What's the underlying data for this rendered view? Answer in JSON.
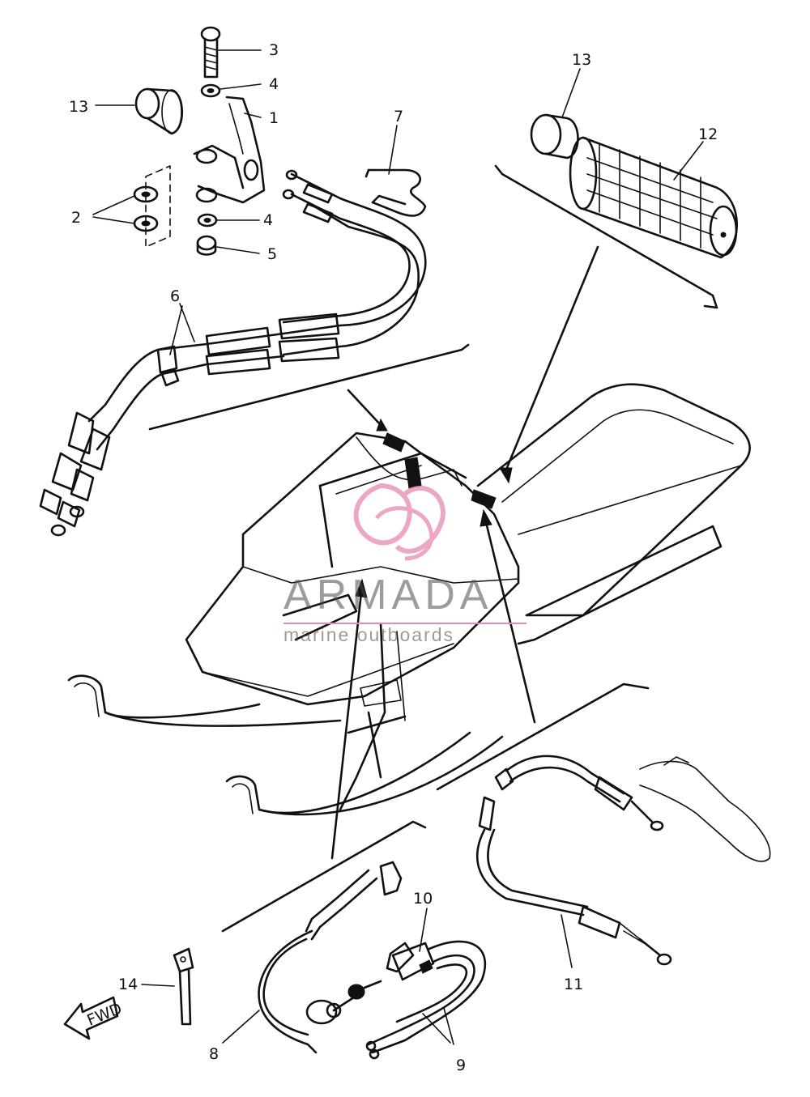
{
  "callouts": {
    "c1": "1",
    "c2": "2",
    "c3": "3",
    "c4a": "4",
    "c4b": "4",
    "c5": "5",
    "c6": "6",
    "c7": "7",
    "c8": "8",
    "c9": "9",
    "c10": "10",
    "c11": "11",
    "c12": "12",
    "c13a": "13",
    "c13b": "13",
    "c14": "14"
  },
  "fwd_label": "FWD",
  "watermark": {
    "brand": "ARMADA",
    "tagline": "marine outboards",
    "accent_color": "#e58ab0"
  },
  "colors": {
    "ink": "#111111",
    "background": "#ffffff"
  }
}
